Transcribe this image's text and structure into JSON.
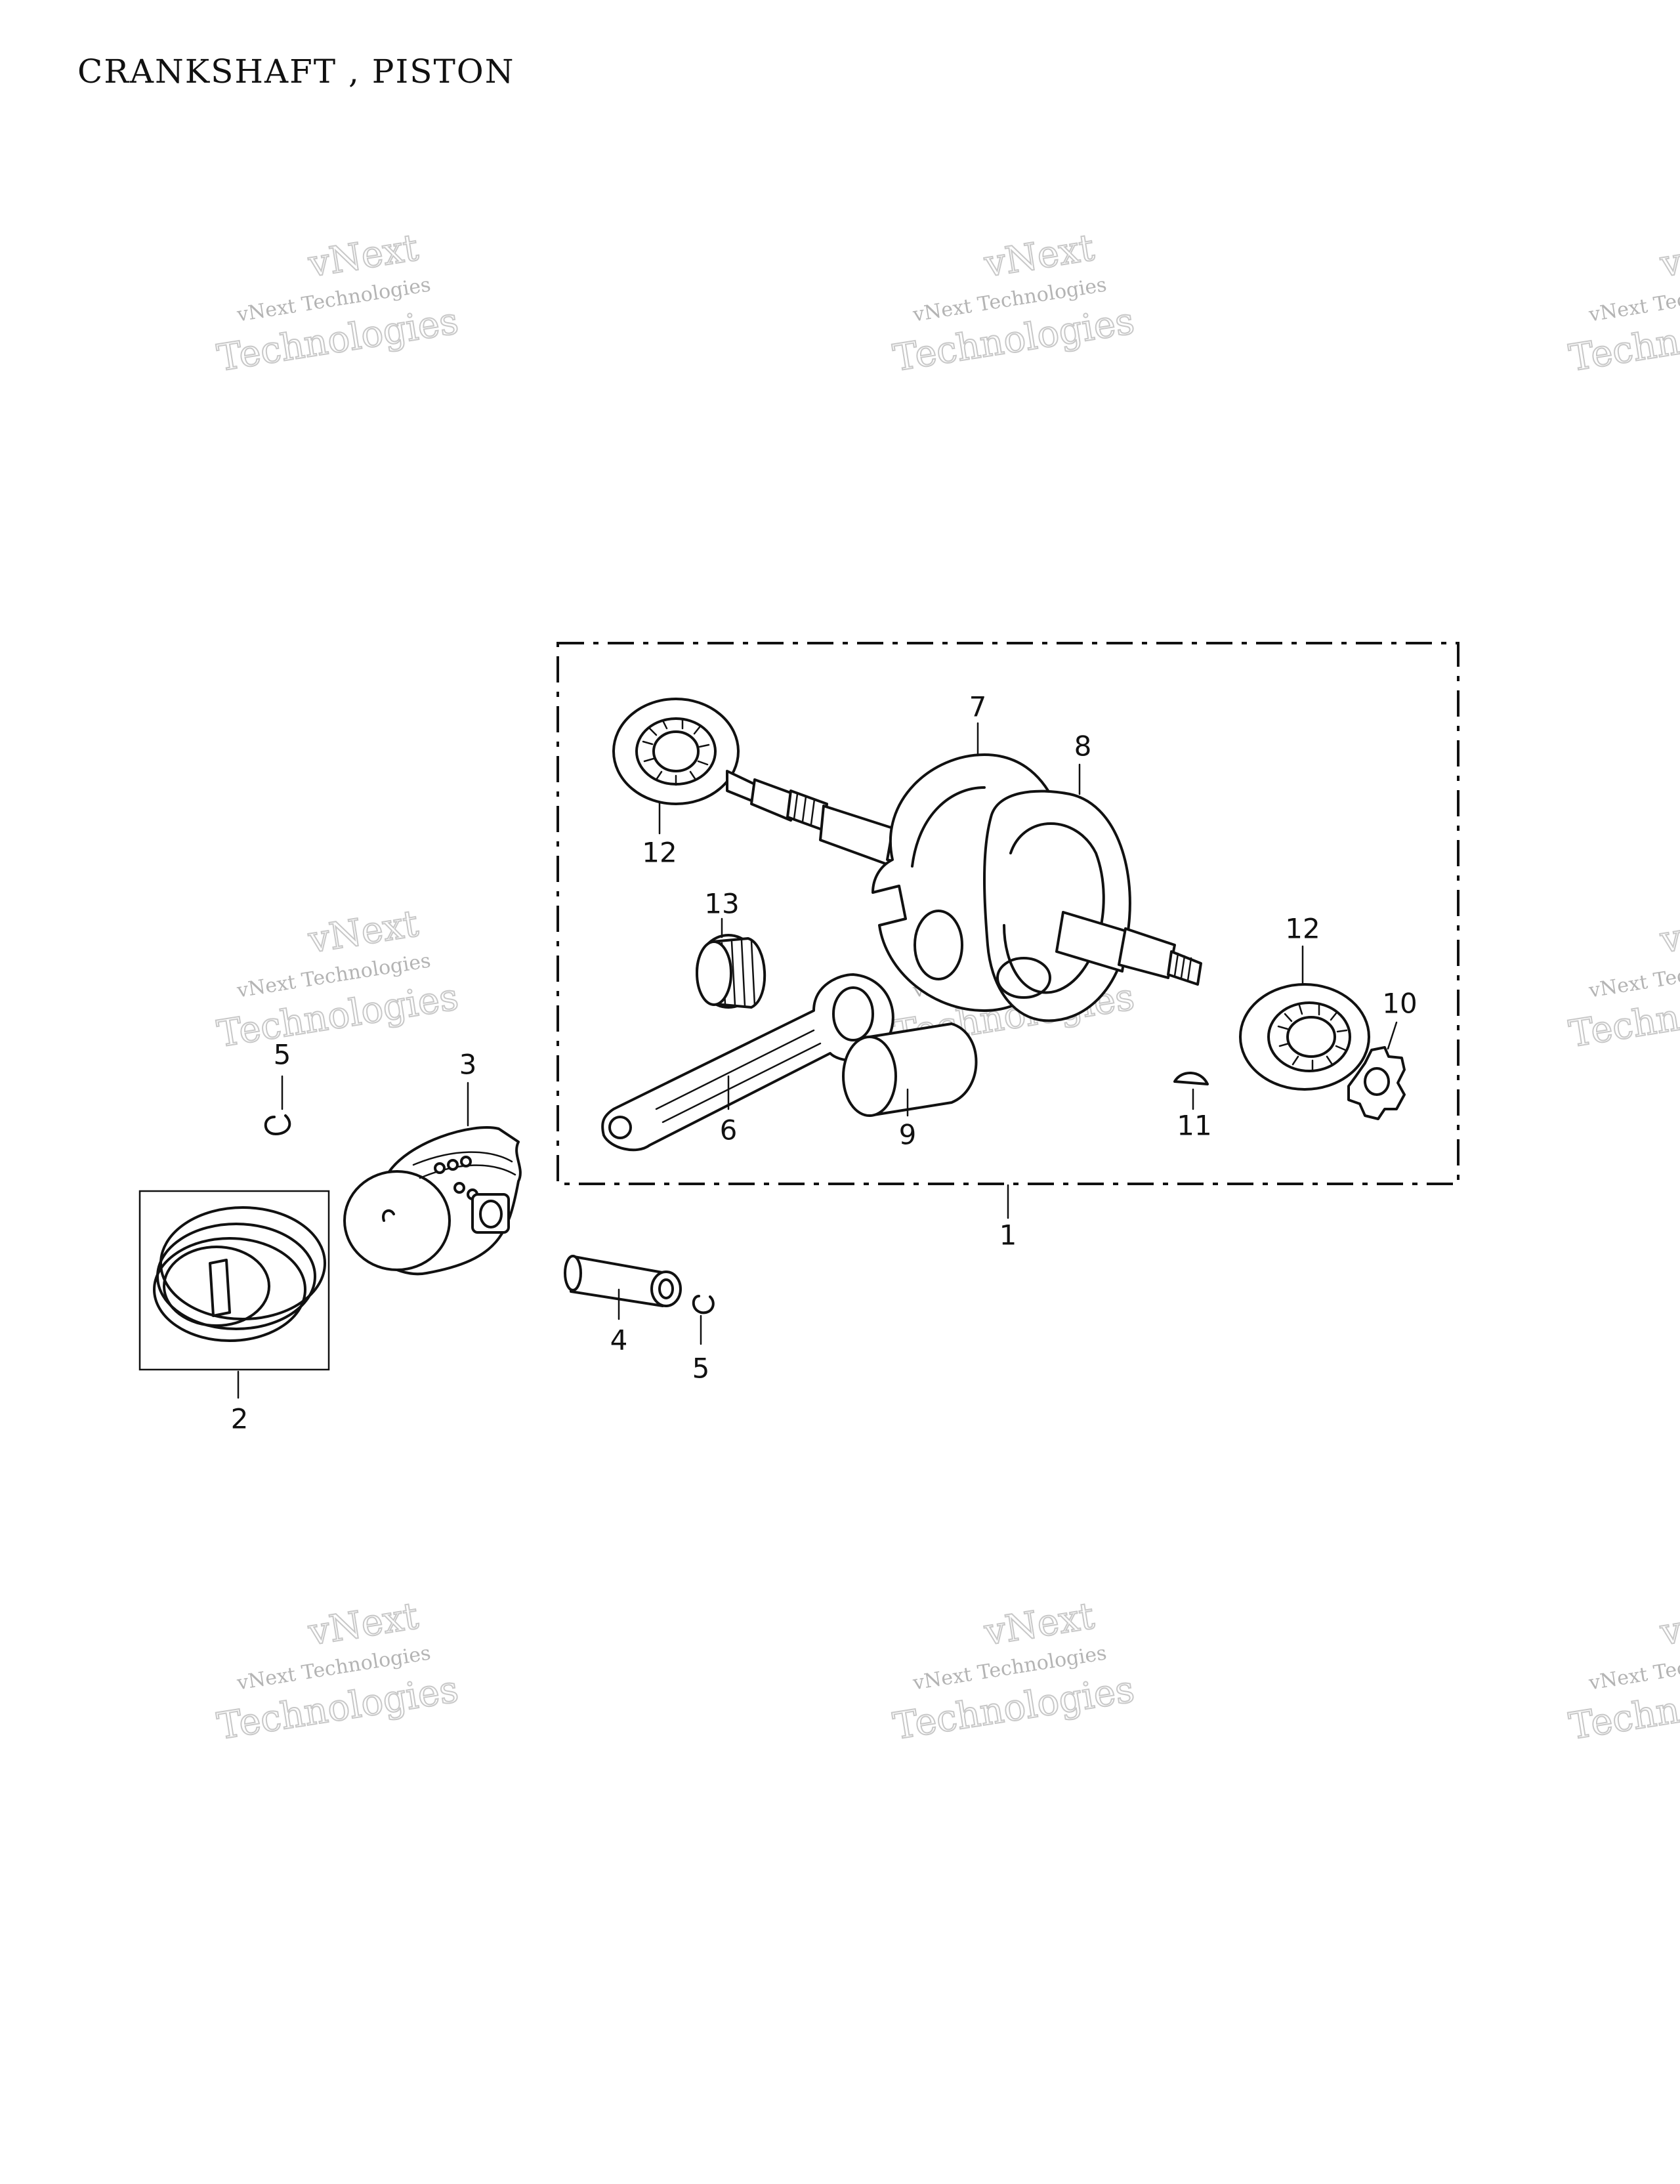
{
  "title": "CRANKSHAFT , PISTON",
  "watermark": {
    "line_top": "vNext",
    "line_mid": "vNext Technologies",
    "line_bottom": "Technologies"
  },
  "callouts": [
    {
      "id": "c1",
      "label": "1"
    },
    {
      "id": "c2",
      "label": "2"
    },
    {
      "id": "c3",
      "label": "3"
    },
    {
      "id": "c4",
      "label": "4"
    },
    {
      "id": "c5a",
      "label": "5"
    },
    {
      "id": "c5b",
      "label": "5"
    },
    {
      "id": "c6",
      "label": "6"
    },
    {
      "id": "c7",
      "label": "7"
    },
    {
      "id": "c8",
      "label": "8"
    },
    {
      "id": "c9",
      "label": "9"
    },
    {
      "id": "c10",
      "label": "10"
    },
    {
      "id": "c11",
      "label": "11"
    },
    {
      "id": "c12a",
      "label": "12"
    },
    {
      "id": "c12b",
      "label": "12"
    },
    {
      "id": "c13",
      "label": "13"
    }
  ],
  "colors": {
    "ink": "#111111",
    "watermark": "#b4b4b4",
    "background": "#ffffff"
  }
}
